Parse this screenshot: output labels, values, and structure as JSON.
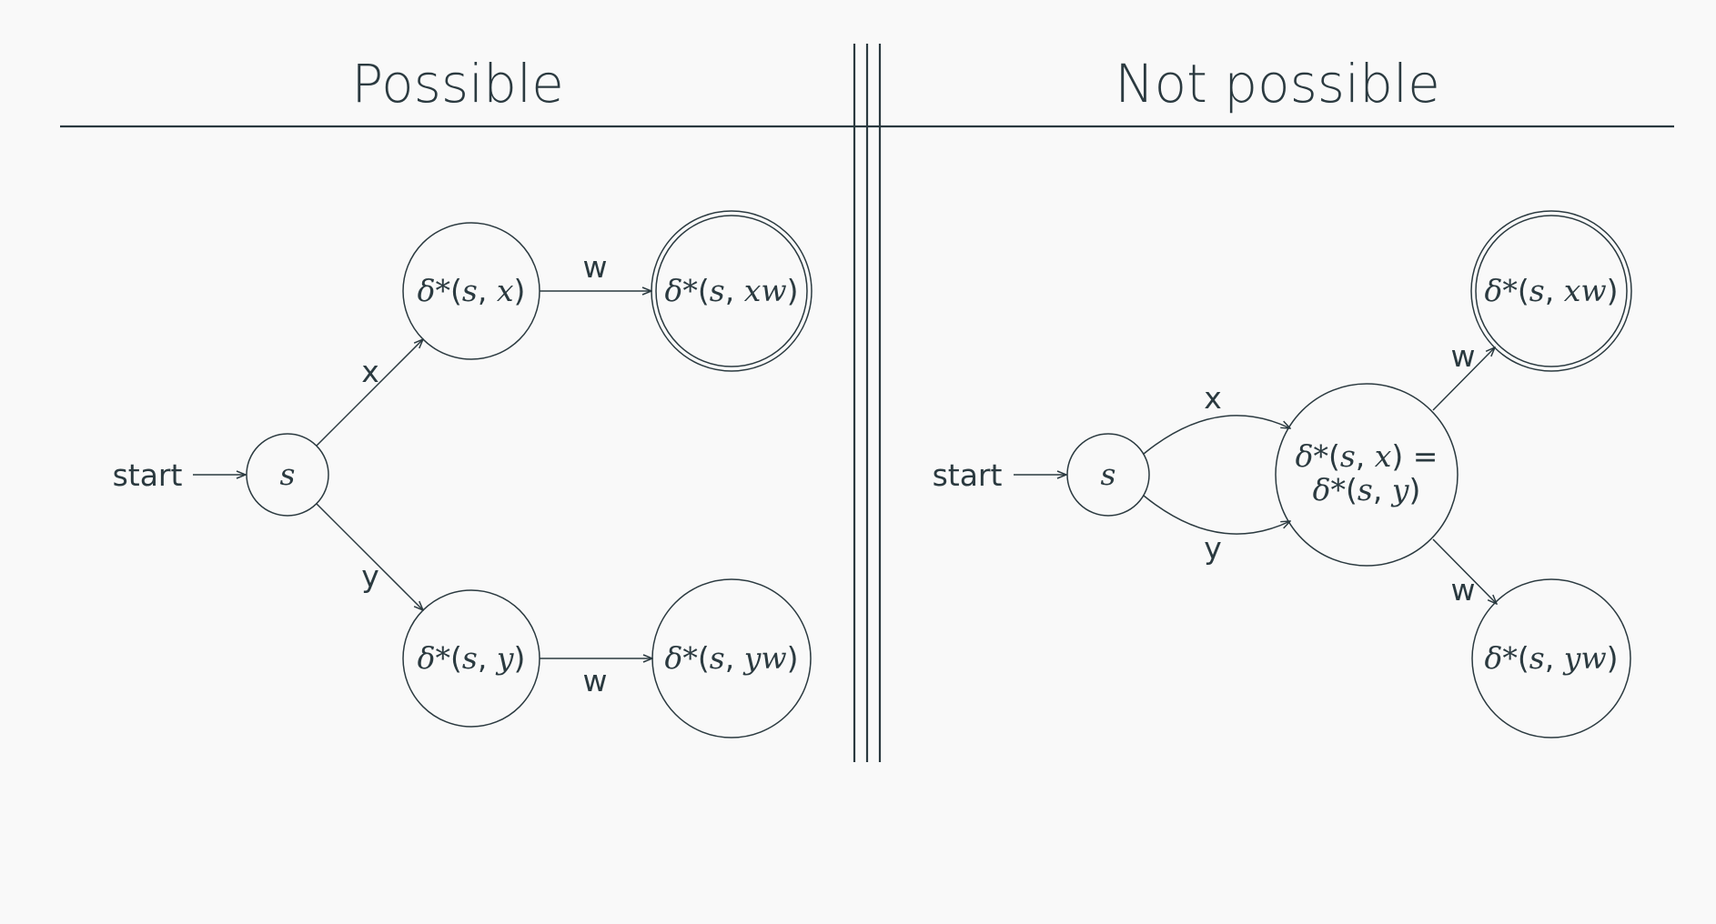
{
  "panels": {
    "left": {
      "title": "Possible",
      "start_label": "start",
      "states": {
        "s": "s",
        "sx": {
          "delta": "δ*",
          "open": "(",
          "s": "s",
          "comma": ", ",
          "arg": "x",
          "close": ")"
        },
        "sxw": {
          "delta": "δ*",
          "open": "(",
          "s": "s",
          "comma": ", ",
          "arg": "xw",
          "close": ")"
        },
        "sy": {
          "delta": "δ*",
          "open": "(",
          "s": "s",
          "comma": ", ",
          "arg": "y",
          "close": ")"
        },
        "syw": {
          "delta": "δ*",
          "open": "(",
          "s": "s",
          "comma": ", ",
          "arg": "yw",
          "close": ")"
        }
      },
      "edge_labels": {
        "x": "x",
        "y": "y",
        "w_top": "w",
        "w_bottom": "w"
      }
    },
    "right": {
      "title": "Not possible",
      "start_label": "start",
      "states": {
        "s": "s",
        "merged_line1": {
          "delta": "δ*",
          "open": "(",
          "s": "s",
          "comma": ", ",
          "arg": "x",
          "close": ")",
          "eq": " ="
        },
        "merged_line2": {
          "delta": "δ*",
          "open": "(",
          "s": "s",
          "comma": ", ",
          "arg": "y",
          "close": ")"
        },
        "sxw": {
          "delta": "δ*",
          "open": "(",
          "s": "s",
          "comma": ", ",
          "arg": "xw",
          "close": ")"
        },
        "syw": {
          "delta": "δ*",
          "open": "(",
          "s": "s",
          "comma": ", ",
          "arg": "yw",
          "close": ")"
        }
      },
      "edge_labels": {
        "x": "x",
        "y": "y",
        "w_top": "w",
        "w_bottom": "w"
      }
    }
  }
}
